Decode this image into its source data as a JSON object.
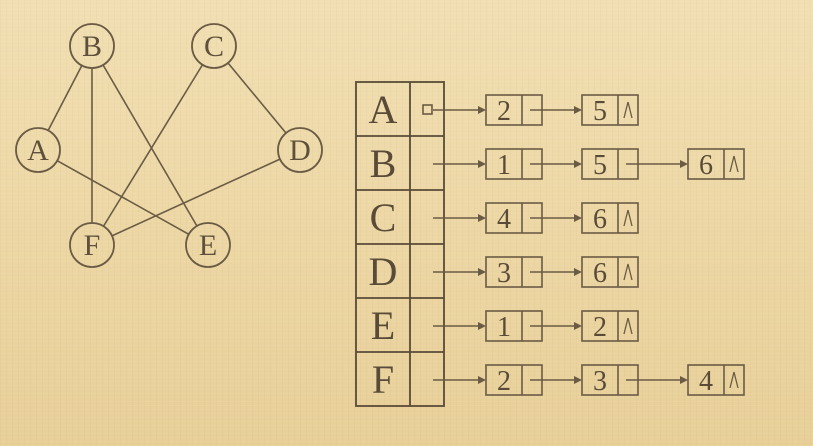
{
  "graph": {
    "nodes": [
      {
        "id": "A",
        "label": "A"
      },
      {
        "id": "B",
        "label": "B"
      },
      {
        "id": "C",
        "label": "C"
      },
      {
        "id": "D",
        "label": "D"
      },
      {
        "id": "E",
        "label": "E"
      },
      {
        "id": "F",
        "label": "F"
      }
    ],
    "edges": [
      [
        "A",
        "B"
      ],
      [
        "A",
        "E"
      ],
      [
        "B",
        "F"
      ],
      [
        "B",
        "E"
      ],
      [
        "C",
        "F"
      ],
      [
        "C",
        "D"
      ],
      [
        "D",
        "F"
      ]
    ]
  },
  "adjacency_list": {
    "rows": [
      {
        "label": "A",
        "neighbors": [
          "2",
          "5"
        ]
      },
      {
        "label": "B",
        "neighbors": [
          "1",
          "5",
          "6"
        ]
      },
      {
        "label": "C",
        "neighbors": [
          "4",
          "6"
        ]
      },
      {
        "label": "D",
        "neighbors": [
          "3",
          "6"
        ]
      },
      {
        "label": "E",
        "neighbors": [
          "1",
          "2"
        ]
      },
      {
        "label": "F",
        "neighbors": [
          "2",
          "3",
          "4"
        ]
      }
    ]
  },
  "colors": {
    "ink": "#5a4b38",
    "paper": "#efdcae"
  }
}
